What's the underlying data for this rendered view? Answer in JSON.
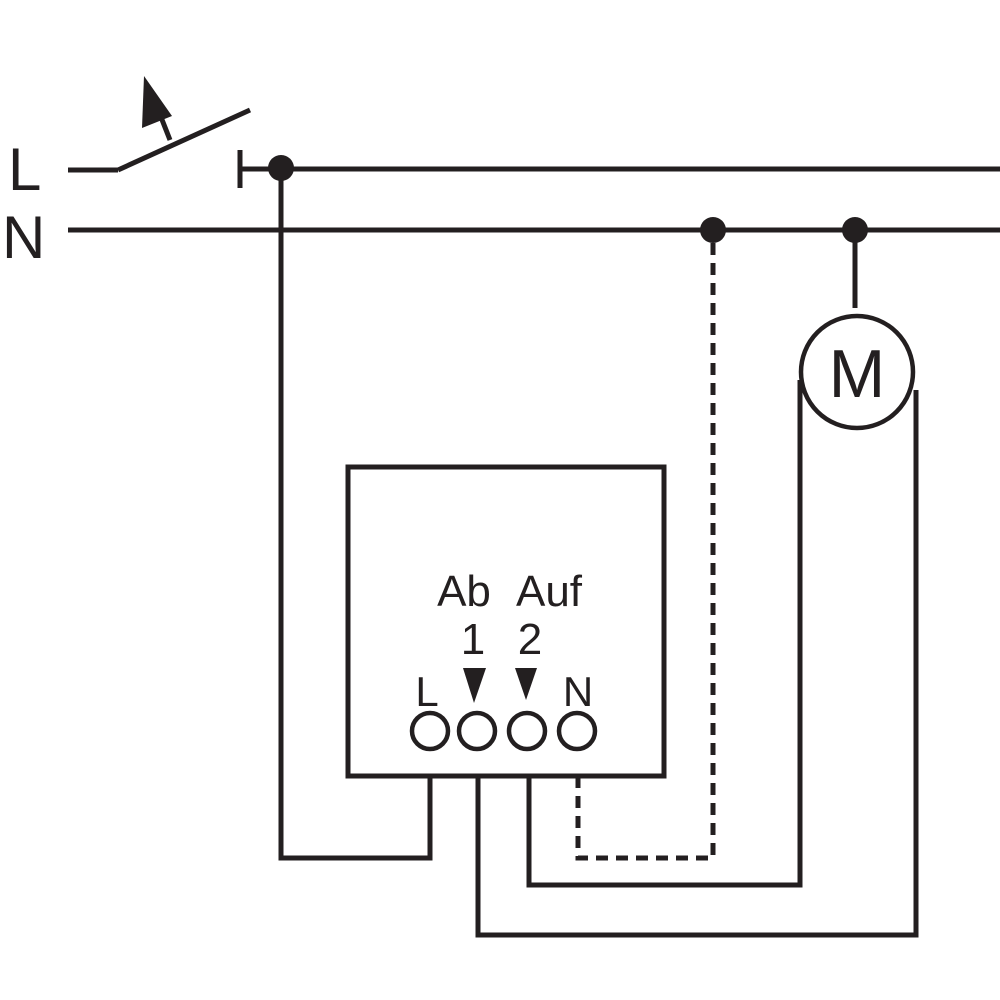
{
  "lines": {
    "phase_label": "L",
    "neutral_label": "N"
  },
  "motor": {
    "label": "M"
  },
  "actuator": {
    "down_label": "Ab",
    "up_label": "Auf",
    "output1_label": "1",
    "output2_label": "2",
    "terminal_l_label": "L",
    "terminal_n_label": "N"
  },
  "colors": {
    "ink": "#231f20",
    "background": "#ffffff"
  }
}
